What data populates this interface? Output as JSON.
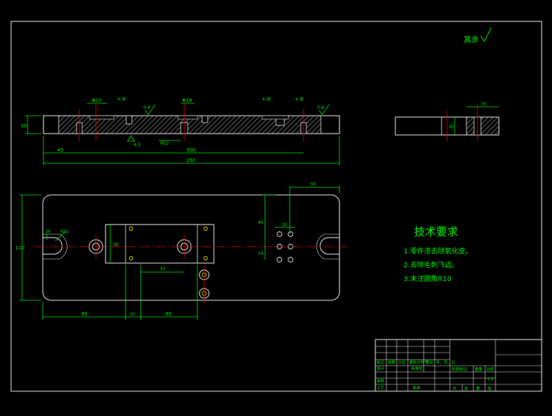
{
  "colors": {
    "background": "#000000",
    "outline": "#ffffff",
    "dimension": "#00ff00",
    "centerline": "#ff0000",
    "hatch": "#555555",
    "hole": "#ffff00",
    "notes": "#00ff00"
  },
  "roughness_note": "其余",
  "tech_requirements": {
    "title": "技术要求",
    "items": [
      "1.零件须去除氧化皮。",
      "2.去除毛刺飞边。",
      "3.未注圆角R10"
    ]
  },
  "front_view": {
    "labels": {
      "phi10_left": "Φ10",
      "phi16_mid": "Φ16",
      "depth_left": "4-深",
      "depth_right": "4-深",
      "depth_right2": "4-深",
      "r05": "0.8",
      "r06": "0.8",
      "thickness": "30",
      "offset_left": "45",
      "center_span": "300",
      "overall": "350",
      "m12": "M12",
      "roughness_bottom": "6.3"
    }
  },
  "side_view": {
    "labels": {
      "width": "70",
      "height": "30"
    }
  },
  "top_view": {
    "labels": {
      "total_height": "110",
      "left_slot": "20",
      "left_radius": "R12",
      "block_height": "30",
      "block_width": "52",
      "top_right_width": "50",
      "right_vert": "40",
      "right_small": "14",
      "bottom_left": "65",
      "bottom_mid": "10",
      "bottom_right": "65",
      "small_hole_dim": "10"
    }
  },
  "title_block": {
    "row_labels": [
      "标记",
      "处数",
      "分区",
      "更改文件号",
      "签名",
      "年、月、日"
    ],
    "designer": "设计",
    "standardization": "标准化",
    "reviewer": "审核",
    "process": "工艺",
    "approve": "批准",
    "stage_mark": "阶段标记",
    "weight": "重量",
    "scale": "比例",
    "scale_value": "1:1",
    "sheet_total": "共",
    "sheet_label": "张",
    "sheet_no": "第",
    "sheet_label2": "张"
  }
}
